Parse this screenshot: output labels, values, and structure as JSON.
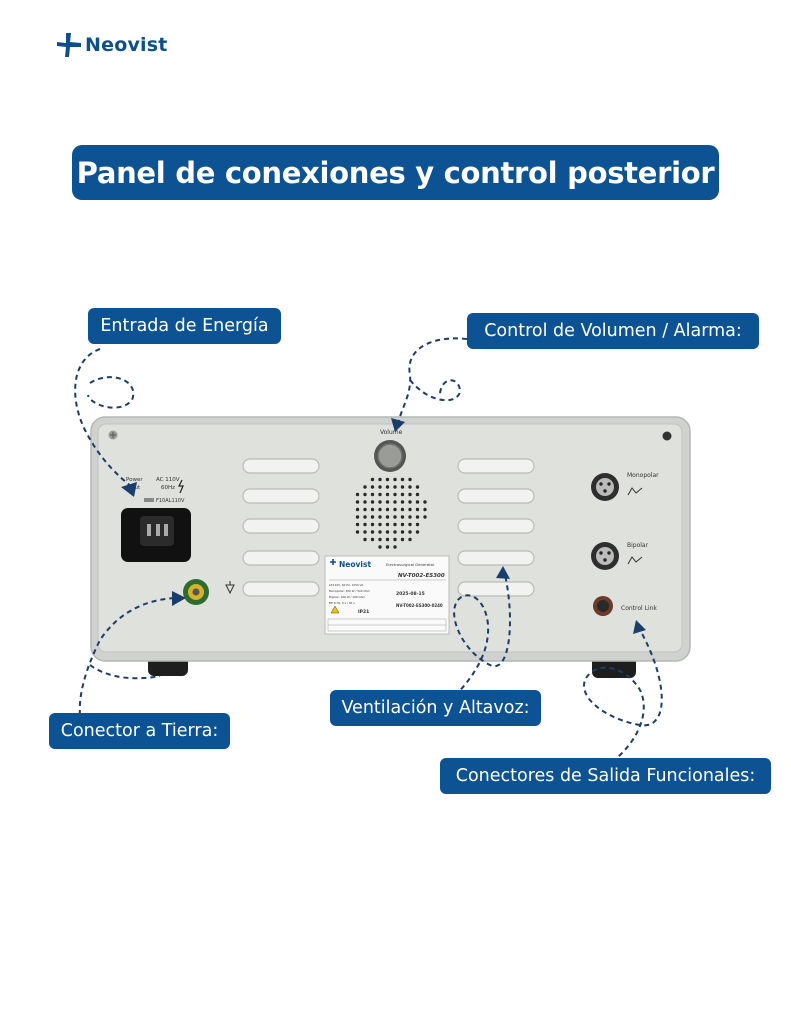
{
  "brand": {
    "name": "Neovist",
    "accent": "#0d5394"
  },
  "title": "Panel de conexiones y control posterior",
  "labels": {
    "power_input": "Entrada de Energía",
    "volume": "Control de Volumen / Alarma:",
    "ground": "Conector a Tierra:",
    "ventilation": "Ventilación y Altavoz:",
    "outputs": "Conectores de Salida Funcionales:"
  },
  "panel": {
    "volume": "Volume",
    "power_input": "Power\ninput",
    "power_label_1": "Power",
    "power_label_2": "input",
    "ac_1": "AC 110V",
    "ac_2": "60Hz",
    "fuse": "F10AL110V",
    "monopolar": "Monopolar",
    "bipolar": "Bipolar",
    "control_link": "Control Link",
    "nameplate": {
      "brand": "Neovist",
      "product": "Electrosurgical Generator",
      "model": "NV-T002-ES300",
      "spec_1": "AC110V, 60 Hz, 1050 VA",
      "spec_2": "Monopolar: 300 W / 500 Ohm",
      "spec_3": "Bipolar: 100 W / 100 Ohm",
      "spec_4": "MF 8 Hz, 9 s / 30 s",
      "date": "2025-08-15",
      "sn": "NV-T002-ES300-0240",
      "ip": "IP21"
    }
  }
}
